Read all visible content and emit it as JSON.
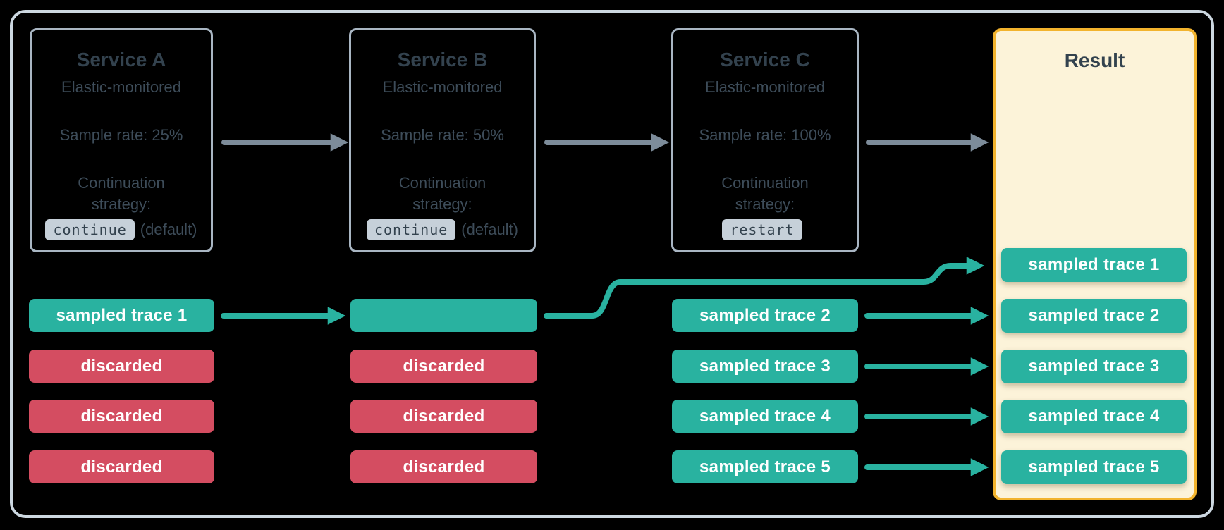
{
  "colors": {
    "background": "#000000",
    "outer_border": "#ccd7e0",
    "service_box_border": "#a9b6c3",
    "title_text": "#33424e",
    "body_text": "#3d4c59",
    "code_chip_bg": "#c6d0d9",
    "teal": "#29b2a0",
    "red": "#d44d61",
    "chip_text": "#ffffff",
    "result_bg": "#fcf3d9",
    "result_border": "#f2b32d",
    "flow_arrow_gray": "#7d8c9a"
  },
  "services": [
    {
      "title": "Service A",
      "monitoring": "Elastic-monitored",
      "sample_rate": "Sample rate: 25%",
      "strategy_line1": "Continuation",
      "strategy_line2": "strategy:",
      "strategy_code": "continue",
      "strategy_note": "(default)"
    },
    {
      "title": "Service B",
      "monitoring": "Elastic-monitored",
      "sample_rate": "Sample rate: 50%",
      "strategy_line1": "Continuation",
      "strategy_line2": "strategy:",
      "strategy_code": "continue",
      "strategy_note": "(default)"
    },
    {
      "title": "Service C",
      "monitoring": "Elastic-monitored",
      "sample_rate": "Sample rate: 100%",
      "strategy_line1": "Continuation",
      "strategy_line2": "strategy:",
      "strategy_code": "restart",
      "strategy_note": ""
    }
  ],
  "lanes": {
    "service_a": [
      "sampled trace 1",
      "discarded",
      "discarded",
      "discarded"
    ],
    "service_b": [
      "",
      "discarded",
      "discarded",
      "discarded"
    ],
    "service_c": [
      "sampled trace 2",
      "sampled trace 3",
      "sampled trace 4",
      "sampled trace 5"
    ]
  },
  "result": {
    "title": "Result",
    "traces": [
      "sampled trace 1",
      "sampled trace 2",
      "sampled trace 3",
      "sampled trace 4",
      "sampled trace 5"
    ]
  }
}
